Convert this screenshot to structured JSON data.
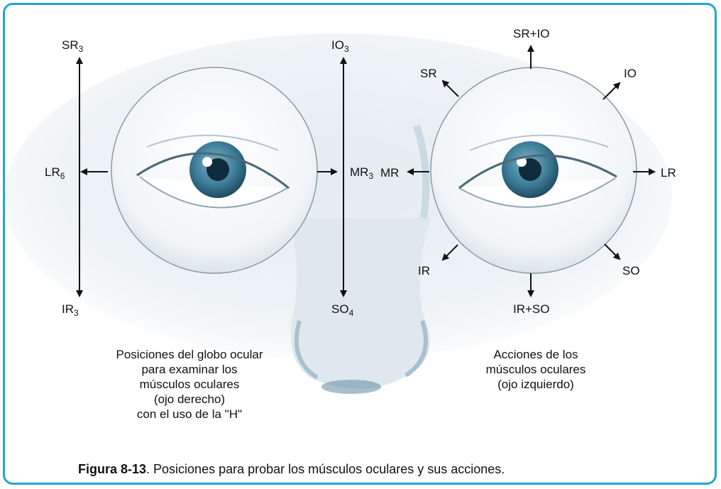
{
  "colors": {
    "frame": "#22a5cf",
    "iris": "#3f7f9a",
    "face_shading": "#c7d6df",
    "arrow": "#111111"
  },
  "right_eye": {
    "labels": {
      "sr": {
        "text": "SR",
        "sub": "3"
      },
      "io": {
        "text": "IO",
        "sub": "3"
      },
      "lr": {
        "text": "LR",
        "sub": "6"
      },
      "mr": {
        "text": "MR",
        "sub": "3"
      },
      "ir": {
        "text": "IR",
        "sub": "3"
      },
      "so": {
        "text": "SO",
        "sub": "4"
      }
    },
    "caption_lines": [
      "Posiciones del globo ocular",
      "para examinar los",
      "músculos oculares",
      "(ojo derecho)",
      "con el uso de la \"H\""
    ]
  },
  "left_eye": {
    "labels": {
      "sr_io": "SR+IO",
      "sr": "SR",
      "io": "IO",
      "mr": "MR",
      "lr": "LR",
      "ir": "IR",
      "so": "SO",
      "ir_so": "IR+SO"
    },
    "caption_lines": [
      "Acciones de los",
      "músculos oculares",
      "(ojo izquierdo)"
    ]
  },
  "figure": {
    "number": "Figura 8-13",
    "text": ". Posiciones para probar los músculos oculares y sus acciones."
  }
}
